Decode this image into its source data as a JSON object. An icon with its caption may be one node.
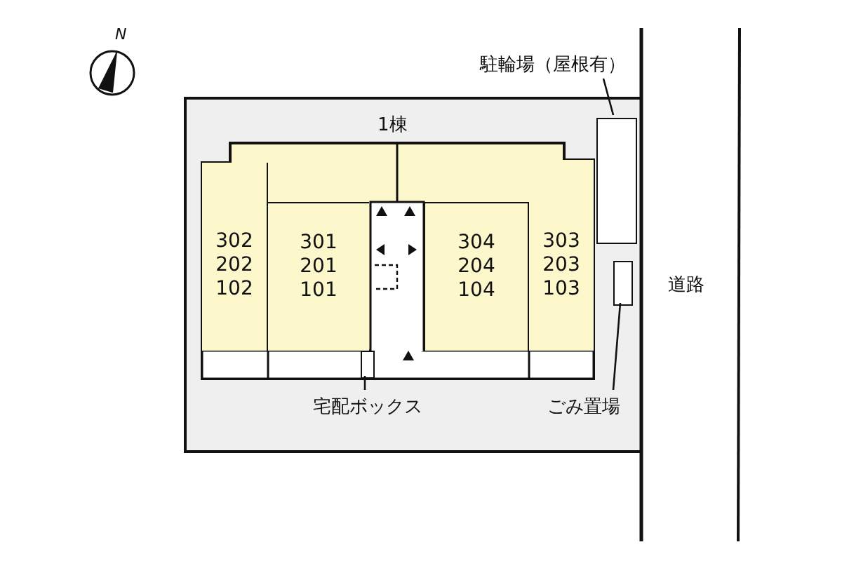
{
  "diagram": {
    "nodes": [
      {
        "text": [],
        "shape": "box"
      },
      {
        "text": [
          "1棟"
        ],
        "in": 0
      },
      {
        "text": [
          "302",
          "202",
          "102"
        ],
        "in": 1
      },
      {
        "text": [
          "301",
          "201",
          "101"
        ],
        "in": 1
      },
      {
        "text": [
          "304",
          "204",
          "104"
        ],
        "in": 1
      },
      {
        "text": [
          "303",
          "203",
          "103"
        ],
        "in": 1
      },
      {
        "text": [
          "駐輪場（屋根有）"
        ]
      },
      {
        "text": [],
        "shape": "box",
        "in": 0
      },
      {
        "text": [
          "宅配ボックス"
        ],
        "in": 0
      },
      {
        "text": [],
        "shape": "box",
        "in": 1
      },
      {
        "text": [
          "ごみ置場"
        ],
        "in": 0
      },
      {
        "text": [],
        "shape": "box",
        "in": 0
      }
    ],
    "edges": [
      {
        "from": 6,
        "to": 7,
        "arrow": "none"
      },
      {
        "from": 8,
        "to": 9,
        "arrow": "none"
      },
      {
        "from": 10,
        "to": 11,
        "arrow": "none"
      }
    ],
    "labels": [
      "N",
      "道路"
    ]
  }
}
